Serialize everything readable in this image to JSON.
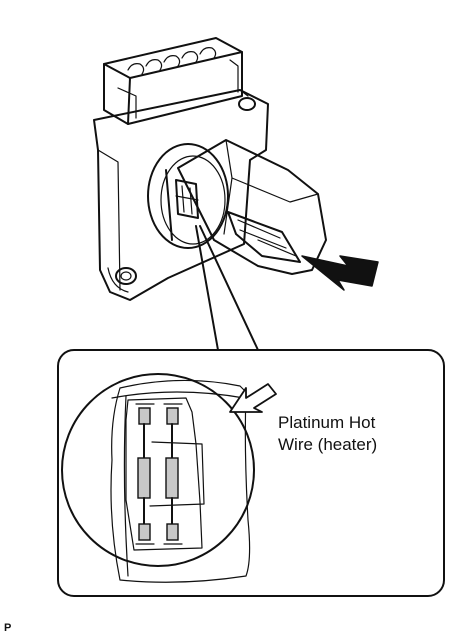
{
  "callout": {
    "line1": "Platinum Hot",
    "line2": "Wire (heater)"
  },
  "corner_mark": "P",
  "colors": {
    "line": "#111111",
    "element_fill": "#c8c8c8",
    "background": "#ffffff"
  },
  "icons": [
    "arrow-icon",
    "detail-arrow-icon"
  ]
}
